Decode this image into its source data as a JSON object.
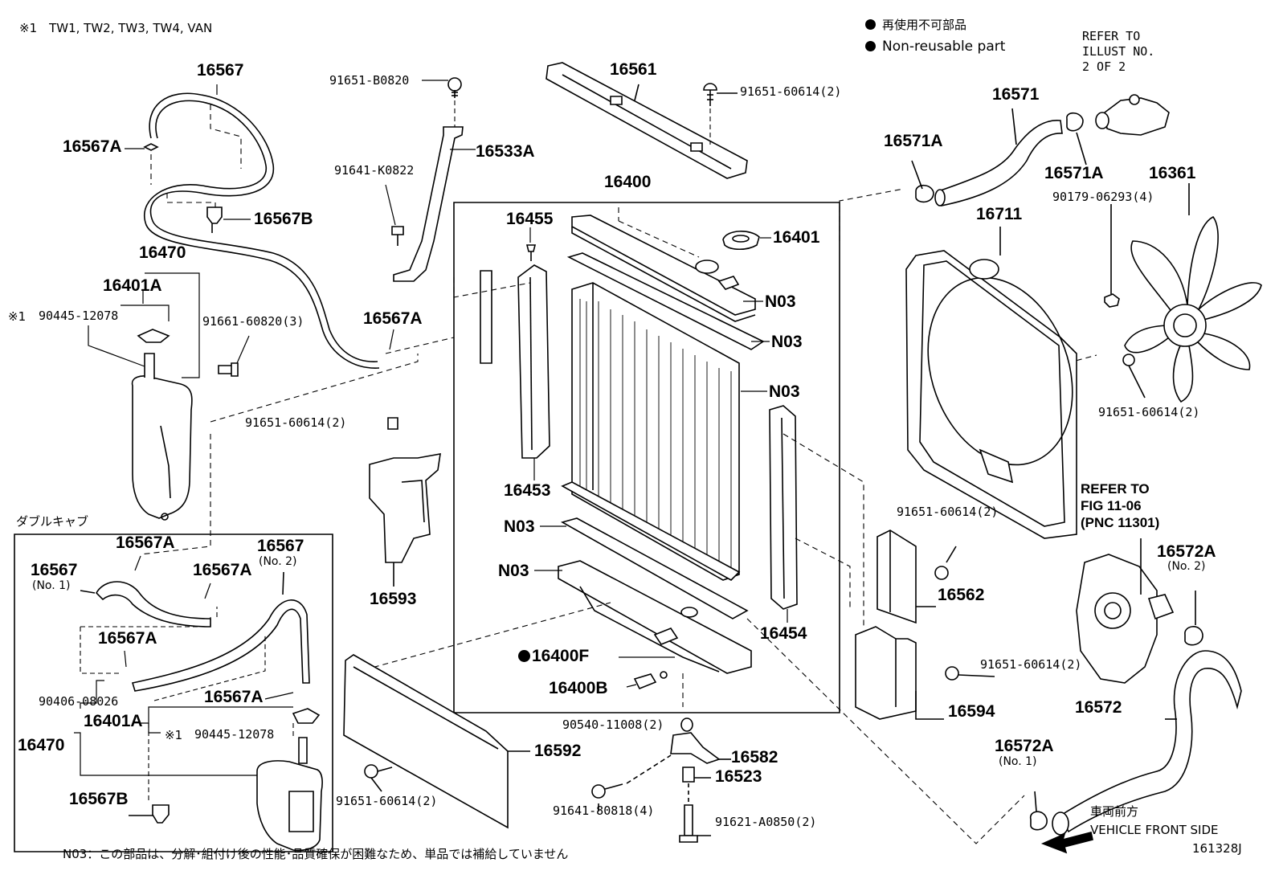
{
  "header": {
    "note_models": "※1　TW1, TW2, TW3, TW4, VAN",
    "legend_jp": "再使用不可部品",
    "legend_en": "Non-reusable part"
  },
  "refer": {
    "illust": [
      "REFER TO",
      "ILLUST NO.",
      "2 OF 2"
    ],
    "fig": [
      "REFER TO",
      "FIG 11-06",
      "(PNC 11301)"
    ]
  },
  "double_cab": {
    "title": "ダブルキャブ"
  },
  "vehicle_front": {
    "jp": "車両前方",
    "en": "VEHICLE FRONT SIDE"
  },
  "footer": {
    "note": "N03：この部品は、分解･組付け後の性能･品質確保が困難なため、単品では補給していません",
    "code": "161328J"
  },
  "labels": {
    "p16567_top": "16567",
    "p16567A_1": "16567A",
    "p16567B_1": "16567B",
    "p16470_1": "16470",
    "p16401A_1": "16401A",
    "p90445_1": "90445-12078",
    "mark1": "※1",
    "p91661": "91661-60820(3)",
    "p16567A_2": "16567A",
    "p91651_60614_a": "91651-60614(2)",
    "p91651_B0820": "91651-B0820",
    "p16533A": "16533A",
    "p91641_K0822": "91641-K0822",
    "p16561": "16561",
    "p91651_60614_b": "91651-60614(2)",
    "p16400": "16400",
    "p16455": "16455",
    "p16401": "16401",
    "n03_1": "N03",
    "n03_2": "N03",
    "n03_3": "N03",
    "n03_4": "N03",
    "n03_5": "N03",
    "p16453": "16453",
    "p16593": "16593",
    "p16454": "16454",
    "p16400F": "16400F",
    "p16400B": "16400B",
    "p90540": "90540-11008(2)",
    "p16592": "16592",
    "p16582": "16582",
    "p16523": "16523",
    "p91651_60614_c": "91651-60614(2)",
    "p91641_80818": "91641-80818(4)",
    "p91621": "91621-A0850(2)",
    "p16571A_1": "16571A",
    "p16571": "16571",
    "p16571A_2": "16571A",
    "p16361": "16361",
    "p16711": "16711",
    "p90179": "90179-06293(4)",
    "p91651_60614_d": "91651-60614(2)",
    "p91651_60614_e": "91651-60614(2)",
    "p16562": "16562",
    "p91651_60614_f": "91651-60614(2)",
    "p16594": "16594",
    "p16572A_1": "16572A",
    "no2_a": "(No. 2)",
    "p16572": "16572",
    "p16572A_2": "16572A",
    "no1_a": "(No. 1)",
    "dc_16567A_1": "16567A",
    "dc_16567_1": "16567",
    "dc_no1": "(No. 1)",
    "dc_16567A_2": "16567A",
    "dc_16567_2": "16567",
    "dc_no2": "(No. 2)",
    "dc_16567A_3": "16567A",
    "dc_90406": "90406-08026",
    "dc_16567A_4": "16567A",
    "dc_16401A": "16401A",
    "dc_mark1": "※1",
    "dc_90445": "90445-12078",
    "dc_16470": "16470",
    "dc_16567B": "16567B"
  }
}
